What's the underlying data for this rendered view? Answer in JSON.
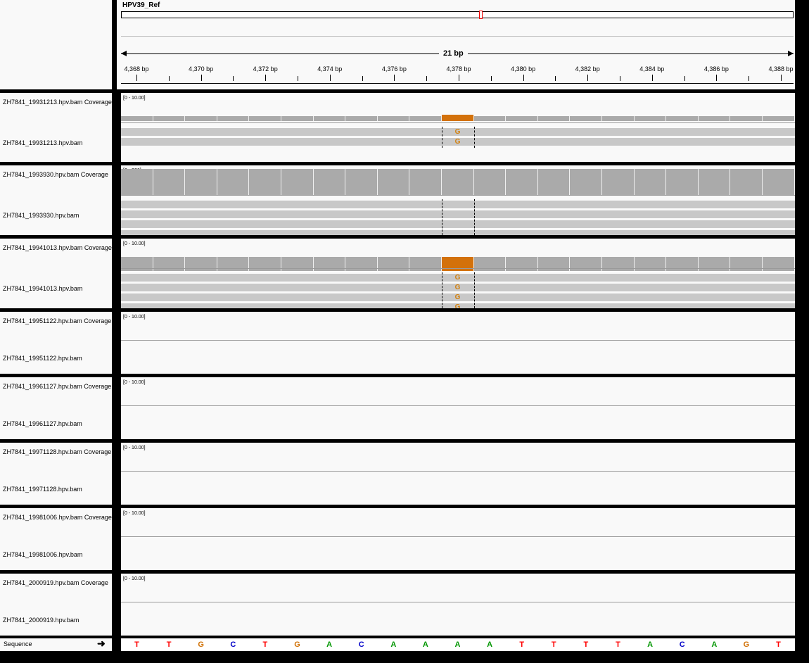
{
  "genome": "HPV39_Ref",
  "ruler": {
    "span_label": "21 bp",
    "tick_labels": [
      "4,368 bp",
      "4,370 bp",
      "4,372 bp",
      "4,374 bp",
      "4,376 bp",
      "4,378 bp",
      "4,380 bp",
      "4,382 bp",
      "4,384 bp",
      "4,386 bp",
      "4,388 bp"
    ]
  },
  "tracks": [
    {
      "coverage_name": "ZH7841_19931213.hpv.bam Coverage",
      "alignment_name": "ZH7841_19931213.hpv.bam",
      "range": "[0 - 10.00]",
      "coverage_level": "low",
      "mismatch_base": "G",
      "reads": 2,
      "read_bases": [
        "G",
        "G"
      ]
    },
    {
      "coverage_name": "ZH7841_1993930.hpv.bam Coverage",
      "alignment_name": "ZH7841_1993930.hpv.bam",
      "range": "[0 - 326]",
      "coverage_level": "full",
      "mismatch_base": "",
      "reads": 4,
      "read_bases": []
    },
    {
      "coverage_name": "ZH7841_19941013.hpv.bam Coverage",
      "alignment_name": "ZH7841_19941013.hpv.bam",
      "range": "[0 - 10.00]",
      "coverage_level": "mid",
      "mismatch_base": "G",
      "reads": 4,
      "read_bases": [
        "G",
        "G",
        "G",
        "G"
      ]
    },
    {
      "coverage_name": "ZH7841_19951122.hpv.bam Coverage",
      "alignment_name": "ZH7841_19951122.hpv.bam",
      "range": "[0 - 10.00]",
      "coverage_level": "none",
      "mismatch_base": "",
      "reads": 0,
      "read_bases": []
    },
    {
      "coverage_name": "ZH7841_19961127.hpv.bam Coverage",
      "alignment_name": "ZH7841_19961127.hpv.bam",
      "range": "[0 - 10.00]",
      "coverage_level": "none",
      "mismatch_base": "",
      "reads": 0,
      "read_bases": []
    },
    {
      "coverage_name": "ZH7841_19971128.hpv.bam Coverage",
      "alignment_name": "ZH7841_19971128.hpv.bam",
      "range": "[0 - 10.00]",
      "coverage_level": "none",
      "mismatch_base": "",
      "reads": 0,
      "read_bases": []
    },
    {
      "coverage_name": "ZH7841_19981006.hpv.bam Coverage",
      "alignment_name": "ZH7841_19981006.hpv.bam",
      "range": "[0 - 10.00]",
      "coverage_level": "none",
      "mismatch_base": "",
      "reads": 0,
      "read_bases": []
    },
    {
      "coverage_name": "ZH7841_2000919.hpv.bam Coverage",
      "alignment_name": "ZH7841_2000919.hpv.bam",
      "range": "[0 - 10.00]",
      "coverage_level": "none",
      "mismatch_base": "",
      "reads": 0,
      "read_bases": []
    }
  ],
  "sequence": {
    "label": "Sequence",
    "arrow_icon": "right-arrow-icon",
    "bases": [
      "T",
      "T",
      "G",
      "C",
      "T",
      "G",
      "A",
      "C",
      "A",
      "A",
      "A",
      "A",
      "T",
      "T",
      "T",
      "T",
      "A",
      "C",
      "A",
      "G",
      "T"
    ]
  },
  "colors": {
    "A": "#009600",
    "C": "#0000c8",
    "G": "#d17105",
    "T": "#ff0000",
    "mismatch": "#d3710b",
    "coverage": "#aaaaaa",
    "read": "#c8c8c8"
  }
}
